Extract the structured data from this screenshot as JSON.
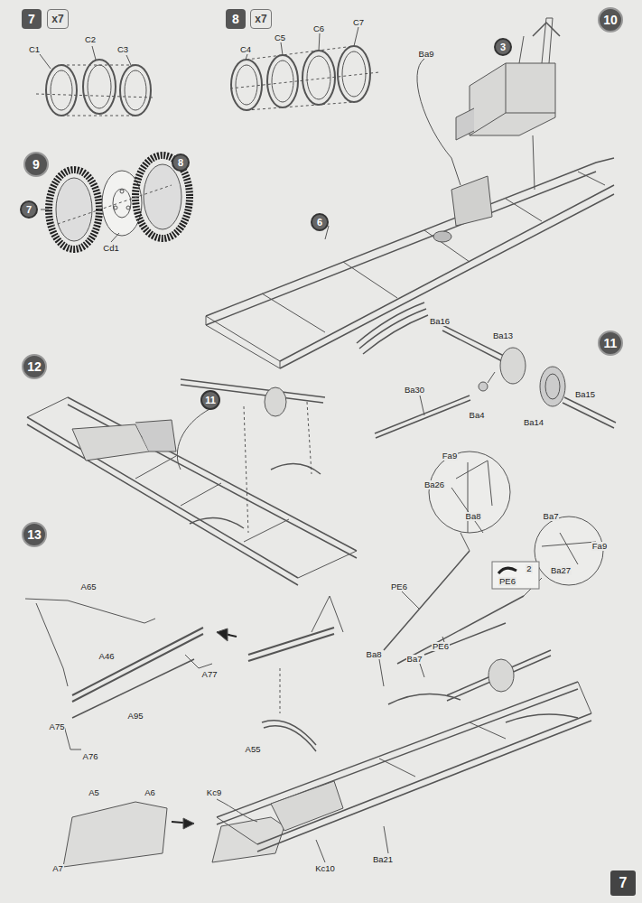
{
  "diagram": {
    "nodes": [
      {
        "text": [
          "7"
        ]
      },
      {
        "text": [
          "x7"
        ]
      },
      {
        "text": [
          "8"
        ]
      },
      {
        "text": [
          "x7"
        ]
      },
      {
        "text": [
          "10"
        ]
      },
      {
        "text": [
          "3"
        ]
      },
      {
        "text": [
          "9"
        ]
      },
      {
        "text": [
          "8"
        ]
      },
      {
        "text": [
          "7"
        ]
      },
      {
        "text": [
          "6"
        ]
      },
      {
        "text": [
          "11"
        ]
      },
      {
        "text": [
          "12"
        ]
      },
      {
        "text": [
          "11"
        ]
      },
      {
        "text": [
          "13"
        ]
      },
      {
        "text": [
          "7"
        ]
      }
    ],
    "labels": [
      "C1",
      "C2",
      "C3",
      "C4",
      "C5",
      "C6",
      "C7",
      "Cd1",
      "Ba9",
      "Ba16",
      "Ba13",
      "Ba4",
      "Ba30",
      "Ba14",
      "Ba15",
      "Fa9",
      "Ba26",
      "Ba8",
      "Ba7",
      "Fa9",
      "Ba27",
      "PE6",
      "2",
      "PE6",
      "PE6",
      "Ba8",
      "Ba7",
      "A65",
      "A46",
      "A77",
      "A95",
      "A75",
      "A76",
      "A55",
      "A5",
      "A6",
      "A7",
      "Kc9",
      "Kc10",
      "Ba21"
    ]
  }
}
